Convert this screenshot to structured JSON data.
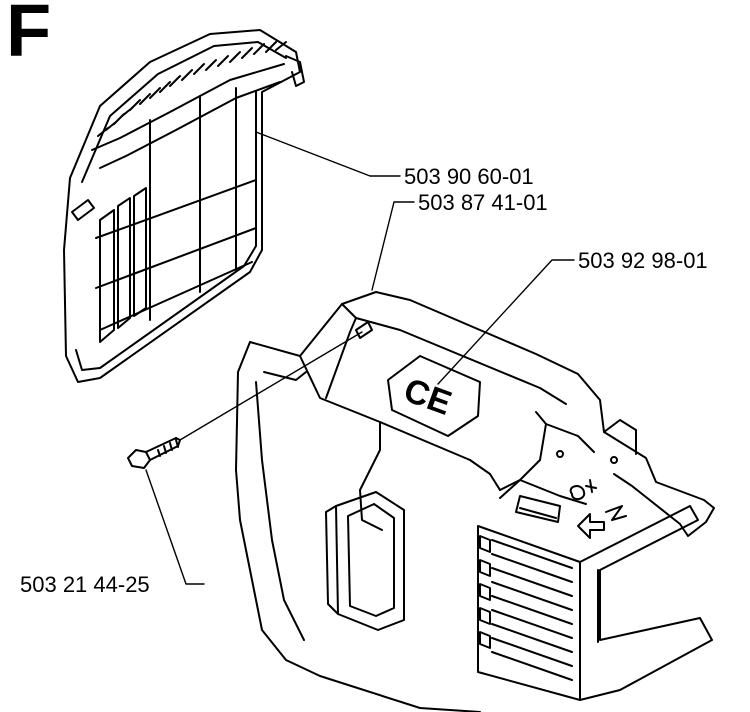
{
  "section_letter": "F",
  "parts": [
    {
      "id": "air-filter",
      "number": "503 90 60-01"
    },
    {
      "id": "cylinder-cover",
      "number": "503 87 41-01"
    },
    {
      "id": "ce-decal",
      "number": "503 92 98-01"
    },
    {
      "id": "screw",
      "number": "503 21 44-25"
    }
  ],
  "decal_text": "CE"
}
